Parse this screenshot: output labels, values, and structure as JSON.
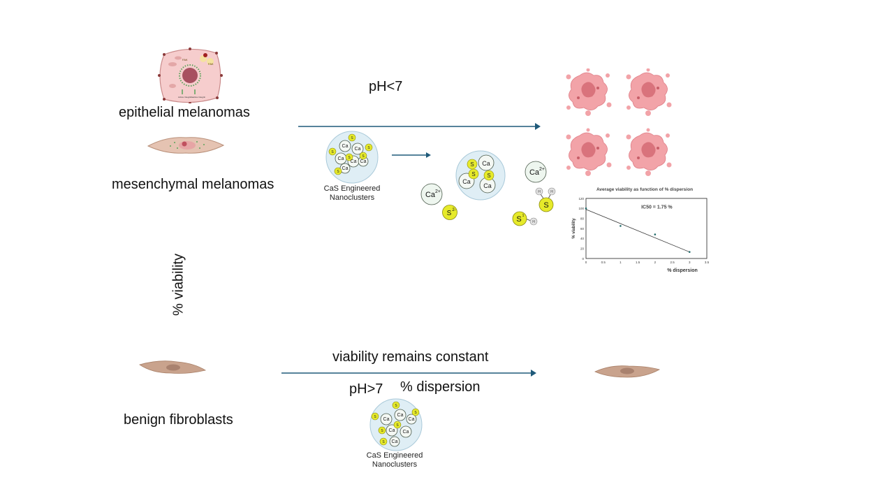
{
  "labels": {
    "epithelial": "epithelial melanomas",
    "mesenchymal": "mesenchymal melanomas",
    "benign": "benign fibroblasts",
    "ph_low": "pH<7",
    "ph_high": "pH>7",
    "viability_axis": "% viability",
    "dispersion_axis": "% dispersion",
    "viability_constant": "viability remains constant"
  },
  "nanocluster": {
    "caption_line1": "CaS Engineered",
    "caption_line2": "Nanoclusters",
    "ca_ion": "Ca",
    "ca_charge": "2+",
    "s_ion": "S",
    "s_charge": "2-",
    "s_charge_protonated": "1",
    "h": "H"
  },
  "cell_inner_text": {
    "fak1": "FAK",
    "fak2": "FAK",
    "active": "Active Integrin",
    "inactive": "Inactive Integrin"
  },
  "colors": {
    "arrow": "#1f5a7a",
    "tumor_pink": "#f2a3a8",
    "tumor_dark": "#d9737c",
    "fibroblast": "#c9a38d",
    "sulfur": "#e6ea2a",
    "cluster_bg": "#dfeef5"
  },
  "chart_data": {
    "type": "scatter",
    "title": "Average viability as function of % dispersion",
    "xlabel": "% dispersion",
    "ylabel": "% viability",
    "xlim": [
      0,
      3.5
    ],
    "ylim": [
      0,
      120
    ],
    "xticks": [
      "0",
      "0.5",
      "1",
      "1.5",
      "2",
      "2.5",
      "3",
      "3.5"
    ],
    "yticks": [
      "0",
      "20",
      "40",
      "60",
      "80",
      "100",
      "120"
    ],
    "points": [
      {
        "x": 0,
        "y": 100
      },
      {
        "x": 1,
        "y": 65
      },
      {
        "x": 2,
        "y": 48
      },
      {
        "x": 3,
        "y": 13
      }
    ],
    "trendline": {
      "x": [
        0,
        3
      ],
      "y": [
        98,
        13
      ]
    },
    "annotation": "IC50 = 1.75 %",
    "grid": false
  }
}
